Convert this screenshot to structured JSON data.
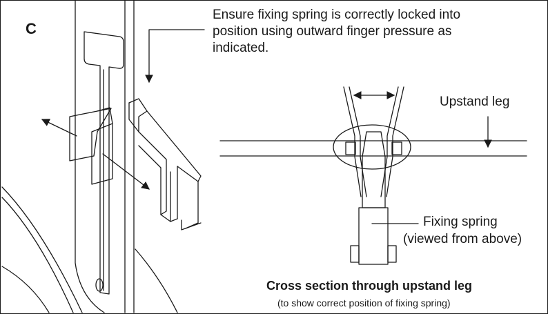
{
  "panel": {
    "label": "C"
  },
  "instruction": {
    "line1": "Ensure fixing spring is correctly locked into",
    "line2": "position using outward finger pressure as",
    "line3": "indicated."
  },
  "labels": {
    "upstand_leg": "Upstand leg",
    "fixing_spring_1": "Fixing spring",
    "fixing_spring_2": "(viewed from above)"
  },
  "caption": {
    "title": "Cross section through upstand leg",
    "subtitle": "(to show correct position of fixing spring)"
  },
  "colors": {
    "line": "#1a1a1a",
    "background": "#ffffff"
  }
}
